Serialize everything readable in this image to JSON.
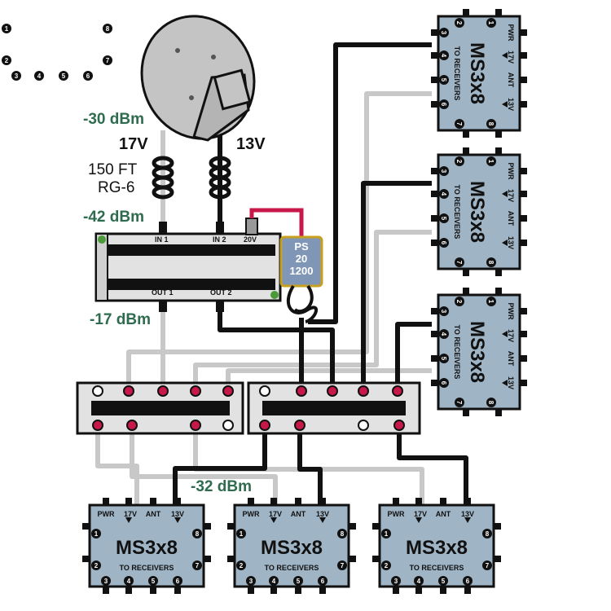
{
  "labels": {
    "dish_level": "-30 dBm",
    "voltage_17v": "17V",
    "voltage_13v": "13V",
    "cable_length": "150 FT",
    "cable_type": "RG-6",
    "amp_input_level": "-42 dBm",
    "amp_output_level": "-17 dBm",
    "splitter_output_level": "-32 dBm"
  },
  "amplifier": {
    "in1": "IN 1",
    "in2": "IN 2",
    "pwr_in": "20V",
    "out1": "OUT 1",
    "out2": "OUT 2"
  },
  "power_supply": {
    "line1": "PS",
    "line2": "20",
    "line3": "1200"
  },
  "multiswitch": {
    "title": "MS3x8",
    "pwr": "PWR",
    "v17": "17V",
    "ant": "ANT",
    "v13": "13V",
    "to_receivers": "TO RECEIVERS",
    "ports": [
      "1",
      "2",
      "3",
      "4",
      "5",
      "6",
      "7",
      "8"
    ]
  },
  "colors": {
    "dish": "#c4c4c4",
    "multiswitch_body": "#9fb4c5",
    "device_body": "#e2e2e2",
    "cable_black": "#111111",
    "cable_gray": "#c8c8c8",
    "cable_red": "#c8184a",
    "power_supply": "#7f96b6",
    "level_text": "#2f6b4f"
  }
}
